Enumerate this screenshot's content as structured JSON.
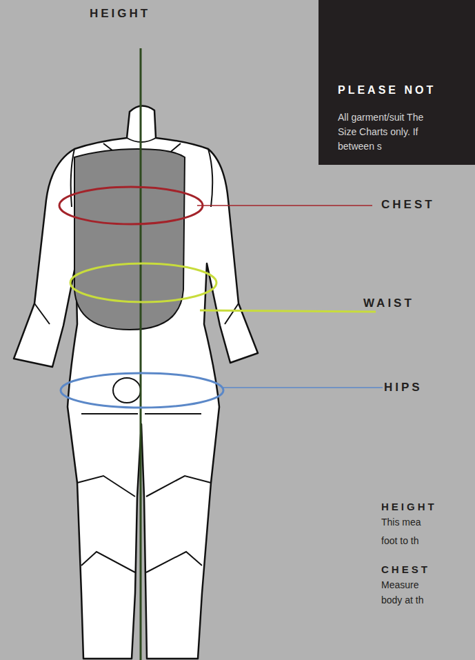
{
  "diagram": {
    "nodes": [
      {
        "text": [
          "PLEASE NOT",
          "All garment/suit The Size Charts only. If between s"
        ]
      }
    ],
    "labels": [
      "HEIGHT",
      "CHEST",
      "WAIST",
      "HIPS",
      "HEIGHT",
      "This mea",
      "foot to th",
      "CHEST",
      "Measure",
      "body at th"
    ]
  }
}
